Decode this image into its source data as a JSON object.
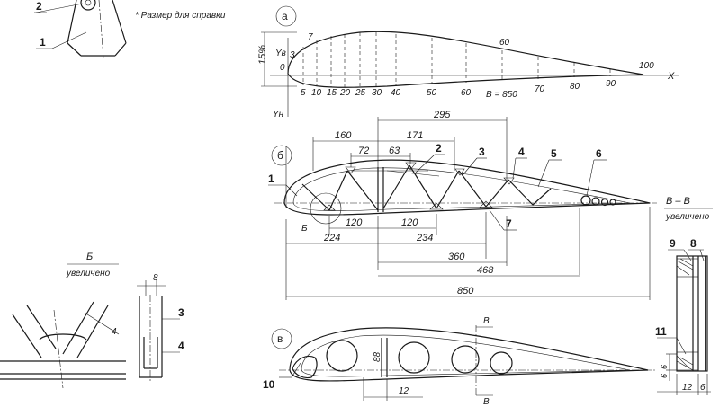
{
  "note": "* Размер для справки",
  "view_letters": [
    "а",
    "б",
    "в"
  ],
  "part_labels": [
    "1",
    "2",
    "3",
    "4",
    "5",
    "6",
    "7",
    "8",
    "9",
    "10",
    "11"
  ],
  "view_a": {
    "thickness": "15%",
    "yv": "Yв",
    "yn": "Yн",
    "x_axis": "X",
    "chord": "B = 850",
    "top_marks": [
      "3",
      "7",
      "60"
    ],
    "zero": "0",
    "stations": [
      "5",
      "10",
      "15",
      "20",
      "25",
      "30",
      "40",
      "50",
      "60",
      "70",
      "80",
      "90",
      "100"
    ]
  },
  "view_b": {
    "dims_top": [
      "295",
      "160",
      "171",
      "72",
      "63"
    ],
    "dims_bottom": [
      "120",
      "120",
      "224",
      "234",
      "360",
      "468",
      "850"
    ],
    "detail_b": "Б",
    "section_title": "В – В",
    "section_sub": "увеличено"
  },
  "detail": {
    "title": "Б",
    "subtitle": "увеличено",
    "dim_4": "4",
    "dim_8": "8"
  },
  "view_v": {
    "section_mark": "В",
    "dim_88": "88",
    "dim_12": "12"
  },
  "section": {
    "dims_side": [
      "6",
      "6"
    ],
    "dims_bottom": [
      "12",
      "6"
    ]
  }
}
